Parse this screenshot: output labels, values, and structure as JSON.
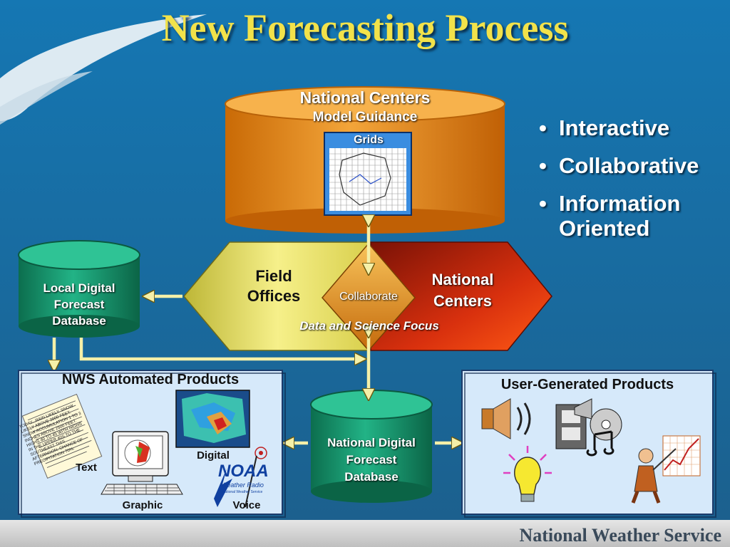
{
  "title": "New Forecasting Process",
  "national_centers_db": {
    "title": "National Centers",
    "subtitle": "Model Guidance",
    "grids_label": "Grids"
  },
  "bullets": [
    "Interactive",
    "Collaborative",
    "Information Oriented"
  ],
  "field_offices": {
    "label_line1": "Field",
    "label_line2": "Offices"
  },
  "national_centers_hex": {
    "label_line1": "National",
    "label_line2": "Centers"
  },
  "collaborate_label": "Collaborate",
  "focus_label": "Data and Science Focus",
  "local_db": {
    "line1": "Local Digital",
    "line2": "Forecast",
    "line3": "Database"
  },
  "national_db": {
    "line1": "National Digital",
    "line2": "Forecast",
    "line3": "Database"
  },
  "nws_products": {
    "title": "NWS Automated Products",
    "text_label": "Text",
    "digital_label": "Digital",
    "graphic_label": "Graphic",
    "voice_label": "Voice",
    "forecast_text": "TODAY...RAIN LIKELY. SNOW LIKELY ABOVE 2000 FEET. SNOW ACCUMULATION 1 TO 3 INCHES ABOVE 2500 FEET. HIGHS 40 TO 45 WITH HIGHS IN THE UPPER 40S TO THE SOUTHEAST THIS AFTERNOON. CHANCE OF PRECIPITATION 70%.",
    "noaa_text": "NOAA",
    "weather_radio_text": "Weather Radio",
    "nws_small_text": "National Weather Service"
  },
  "user_products": {
    "title": "User-Generated Products"
  },
  "footer": "National Weather Service",
  "colors": {
    "title": "#f2e24a",
    "background": "#1b6c9e",
    "arrow": "#f5f0a8",
    "orange_db": "#e98f12",
    "green_db": "#1a9a70"
  }
}
